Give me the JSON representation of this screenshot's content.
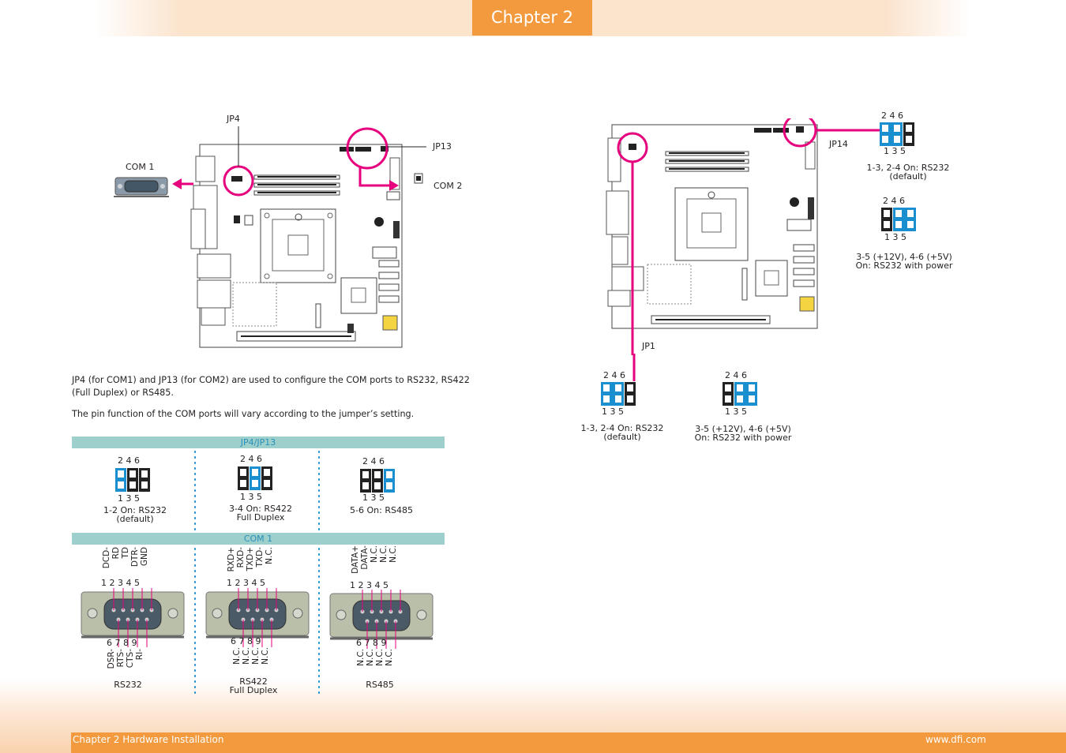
{
  "header": {
    "chapter_tab": "Chapter 2"
  },
  "footer": {
    "left": "Chapter 2 Hardware Installation",
    "right": "www.dfi.com"
  },
  "left_board": {
    "label_jp4": "JP4",
    "label_jp13": "JP13",
    "label_com1": "COM 1",
    "label_com2": "COM 2"
  },
  "intro": {
    "para1_line1": "JP4 (for COM1) and JP13 (for COM2) are used to configure the COM ports to RS232, RS422",
    "para1_line2": "(Full Duplex) or RS485.",
    "para2": "The pin function of the COM ports will vary according to the jumper’s setting."
  },
  "jumper_table": {
    "title": "JP4/JP13",
    "top_numbers": "2  4  6",
    "bottom_numbers": "1  3  5",
    "settings": [
      {
        "line1": "1-2 On: RS232",
        "line2": "(default)"
      },
      {
        "line1": "3-4 On: RS422",
        "line2": "Full Duplex"
      },
      {
        "line1": "5-6 On: RS485",
        "line2": ""
      }
    ]
  },
  "com_table": {
    "title": "COM 1",
    "top_pins": "1 2 3 4 5",
    "bottom_pins": "6 7 8 9",
    "modes": [
      {
        "top_signals": [
          "DCD-",
          "RD",
          "TD",
          "DTR-",
          "GND"
        ],
        "bottom_signals": [
          "DSR-",
          "RTS-",
          "CTS-",
          "RI-"
        ],
        "line1": "RS232",
        "line2": ""
      },
      {
        "top_signals": [
          "RXD+",
          "RXD-",
          "TXD+",
          "TXD-",
          "N.C."
        ],
        "bottom_signals": [
          "N.C.",
          "N.C.",
          "N.C.",
          "N.C."
        ],
        "line1": "RS422",
        "line2": "Full Duplex"
      },
      {
        "top_signals": [
          "DATA+",
          "DATA-",
          "N.C.",
          "N.C.",
          "N.C."
        ],
        "bottom_signals": [
          "N.C.",
          "N.C.",
          "N.C.",
          "N.C."
        ],
        "line1": "RS485",
        "line2": ""
      }
    ]
  },
  "right_board": {
    "label_jp14": "JP14",
    "label_jp1": "JP1",
    "top_numbers": "2  4  6",
    "bottom_numbers": "1  3  5",
    "jp14_settings": [
      {
        "line1": "1-3, 2-4 On: RS232",
        "line2": "(default)"
      },
      {
        "line1": "3-5 (+12V), 4-6 (+5V)",
        "line2": "On: RS232 with power"
      }
    ],
    "jp1_settings": [
      {
        "line1": "1-3, 2-4 On: RS232",
        "line2": "(default)"
      },
      {
        "line1": "3-5 (+12V), 4-6 (+5V)",
        "line2": "On: RS232 with power"
      }
    ]
  },
  "colors": {
    "accent_orange": "#f29a3d",
    "magenta": "#e6007e",
    "jumper_blue": "#1a8fd0",
    "band_teal": "#9dcfcd"
  }
}
